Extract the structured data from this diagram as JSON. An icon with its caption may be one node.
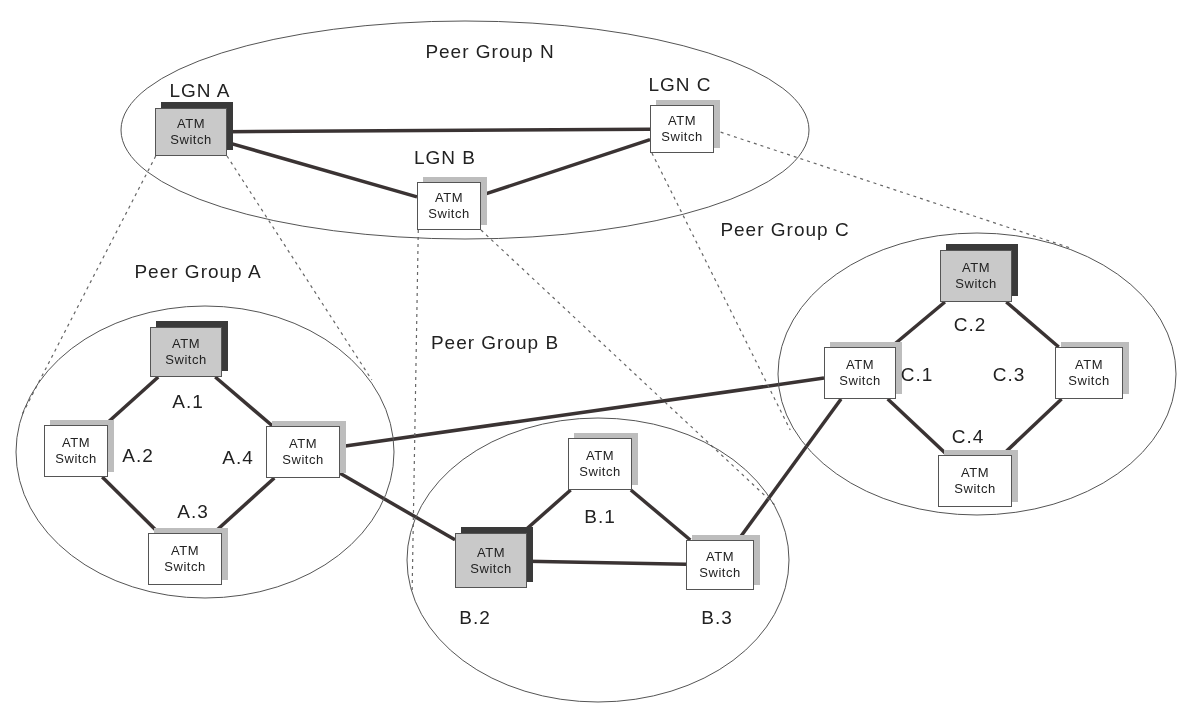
{
  "diagram": {
    "nodes": [
      {
        "text": [
          "Peer Group N"
        ]
      },
      {
        "text": [
          "ATM Switch"
        ],
        "beside": [
          "LGN A"
        ],
        "in": 0
      },
      {
        "text": [
          "ATM Switch"
        ],
        "beside": [
          "LGN C"
        ],
        "in": 0
      },
      {
        "text": [
          "ATM Switch"
        ],
        "beside": [
          "LGN B"
        ],
        "in": 0
      },
      {
        "text": [
          "Peer Group A"
        ]
      },
      {
        "text": [
          "ATM Switch"
        ],
        "beside": [
          "A.1"
        ],
        "in": 4
      },
      {
        "text": [
          "ATM Switch"
        ],
        "beside": [
          "A.2"
        ],
        "in": 4
      },
      {
        "text": [
          "ATM Switch"
        ],
        "beside": [
          "A.4"
        ],
        "in": 4
      },
      {
        "text": [
          "ATM Switch"
        ],
        "beside": [
          "A.3"
        ],
        "in": 4
      },
      {
        "text": [
          "Peer Group B"
        ]
      },
      {
        "text": [
          "ATM Switch"
        ],
        "beside": [
          "B.1"
        ],
        "in": 9
      },
      {
        "text": [
          "ATM Switch"
        ],
        "beside": [
          "B.2"
        ],
        "in": 9
      },
      {
        "text": [
          "ATM Switch"
        ],
        "beside": [
          "B.3"
        ],
        "in": 9
      },
      {
        "text": [
          "Peer Group C"
        ]
      },
      {
        "text": [
          "ATM Switch"
        ],
        "beside": [
          "C.2"
        ],
        "in": 13
      },
      {
        "text": [
          "ATM Switch"
        ],
        "beside": [
          "C.1"
        ],
        "in": 13
      },
      {
        "text": [
          "ATM Switch"
        ],
        "beside": [
          "C.3"
        ],
        "in": 13
      },
      {
        "text": [
          "ATM Switch"
        ],
        "beside": [
          "C.4"
        ],
        "in": 13
      }
    ],
    "edges": [
      {
        "from": 1,
        "to": 2,
        "arrow": "none"
      },
      {
        "from": 1,
        "to": 3,
        "arrow": "none"
      },
      {
        "from": 3,
        "to": 2,
        "arrow": "none"
      },
      {
        "from": 5,
        "to": 6,
        "arrow": "none"
      },
      {
        "from": 5,
        "to": 7,
        "arrow": "none"
      },
      {
        "from": 6,
        "to": 8,
        "arrow": "none"
      },
      {
        "from": 8,
        "to": 7,
        "arrow": "none"
      },
      {
        "from": 7,
        "to": 15,
        "arrow": "none"
      },
      {
        "from": 7,
        "to": 11,
        "arrow": "none"
      },
      {
        "from": 11,
        "to": 10,
        "arrow": "none"
      },
      {
        "from": 10,
        "to": 12,
        "arrow": "none"
      },
      {
        "from": 11,
        "to": 12,
        "arrow": "none"
      },
      {
        "from": 12,
        "to": 15,
        "arrow": "none"
      },
      {
        "from": 15,
        "to": 14,
        "arrow": "none"
      },
      {
        "from": 14,
        "to": 16,
        "arrow": "none"
      },
      {
        "from": 15,
        "to": 17,
        "arrow": "none"
      },
      {
        "from": 17,
        "to": 16,
        "arrow": "none"
      },
      {
        "from": 1,
        "to": 4,
        "arrow": "none",
        "style": "dashed"
      },
      {
        "from": 1,
        "to": 4,
        "arrow": "none",
        "style": "dashed"
      },
      {
        "from": 3,
        "to": 9,
        "arrow": "none",
        "style": "dashed"
      },
      {
        "from": 3,
        "to": 9,
        "arrow": "none",
        "style": "dashed"
      },
      {
        "from": 2,
        "to": 13,
        "arrow": "none",
        "style": "dashed"
      },
      {
        "from": 2,
        "to": 13,
        "arrow": "none",
        "style": "dashed"
      }
    ]
  }
}
